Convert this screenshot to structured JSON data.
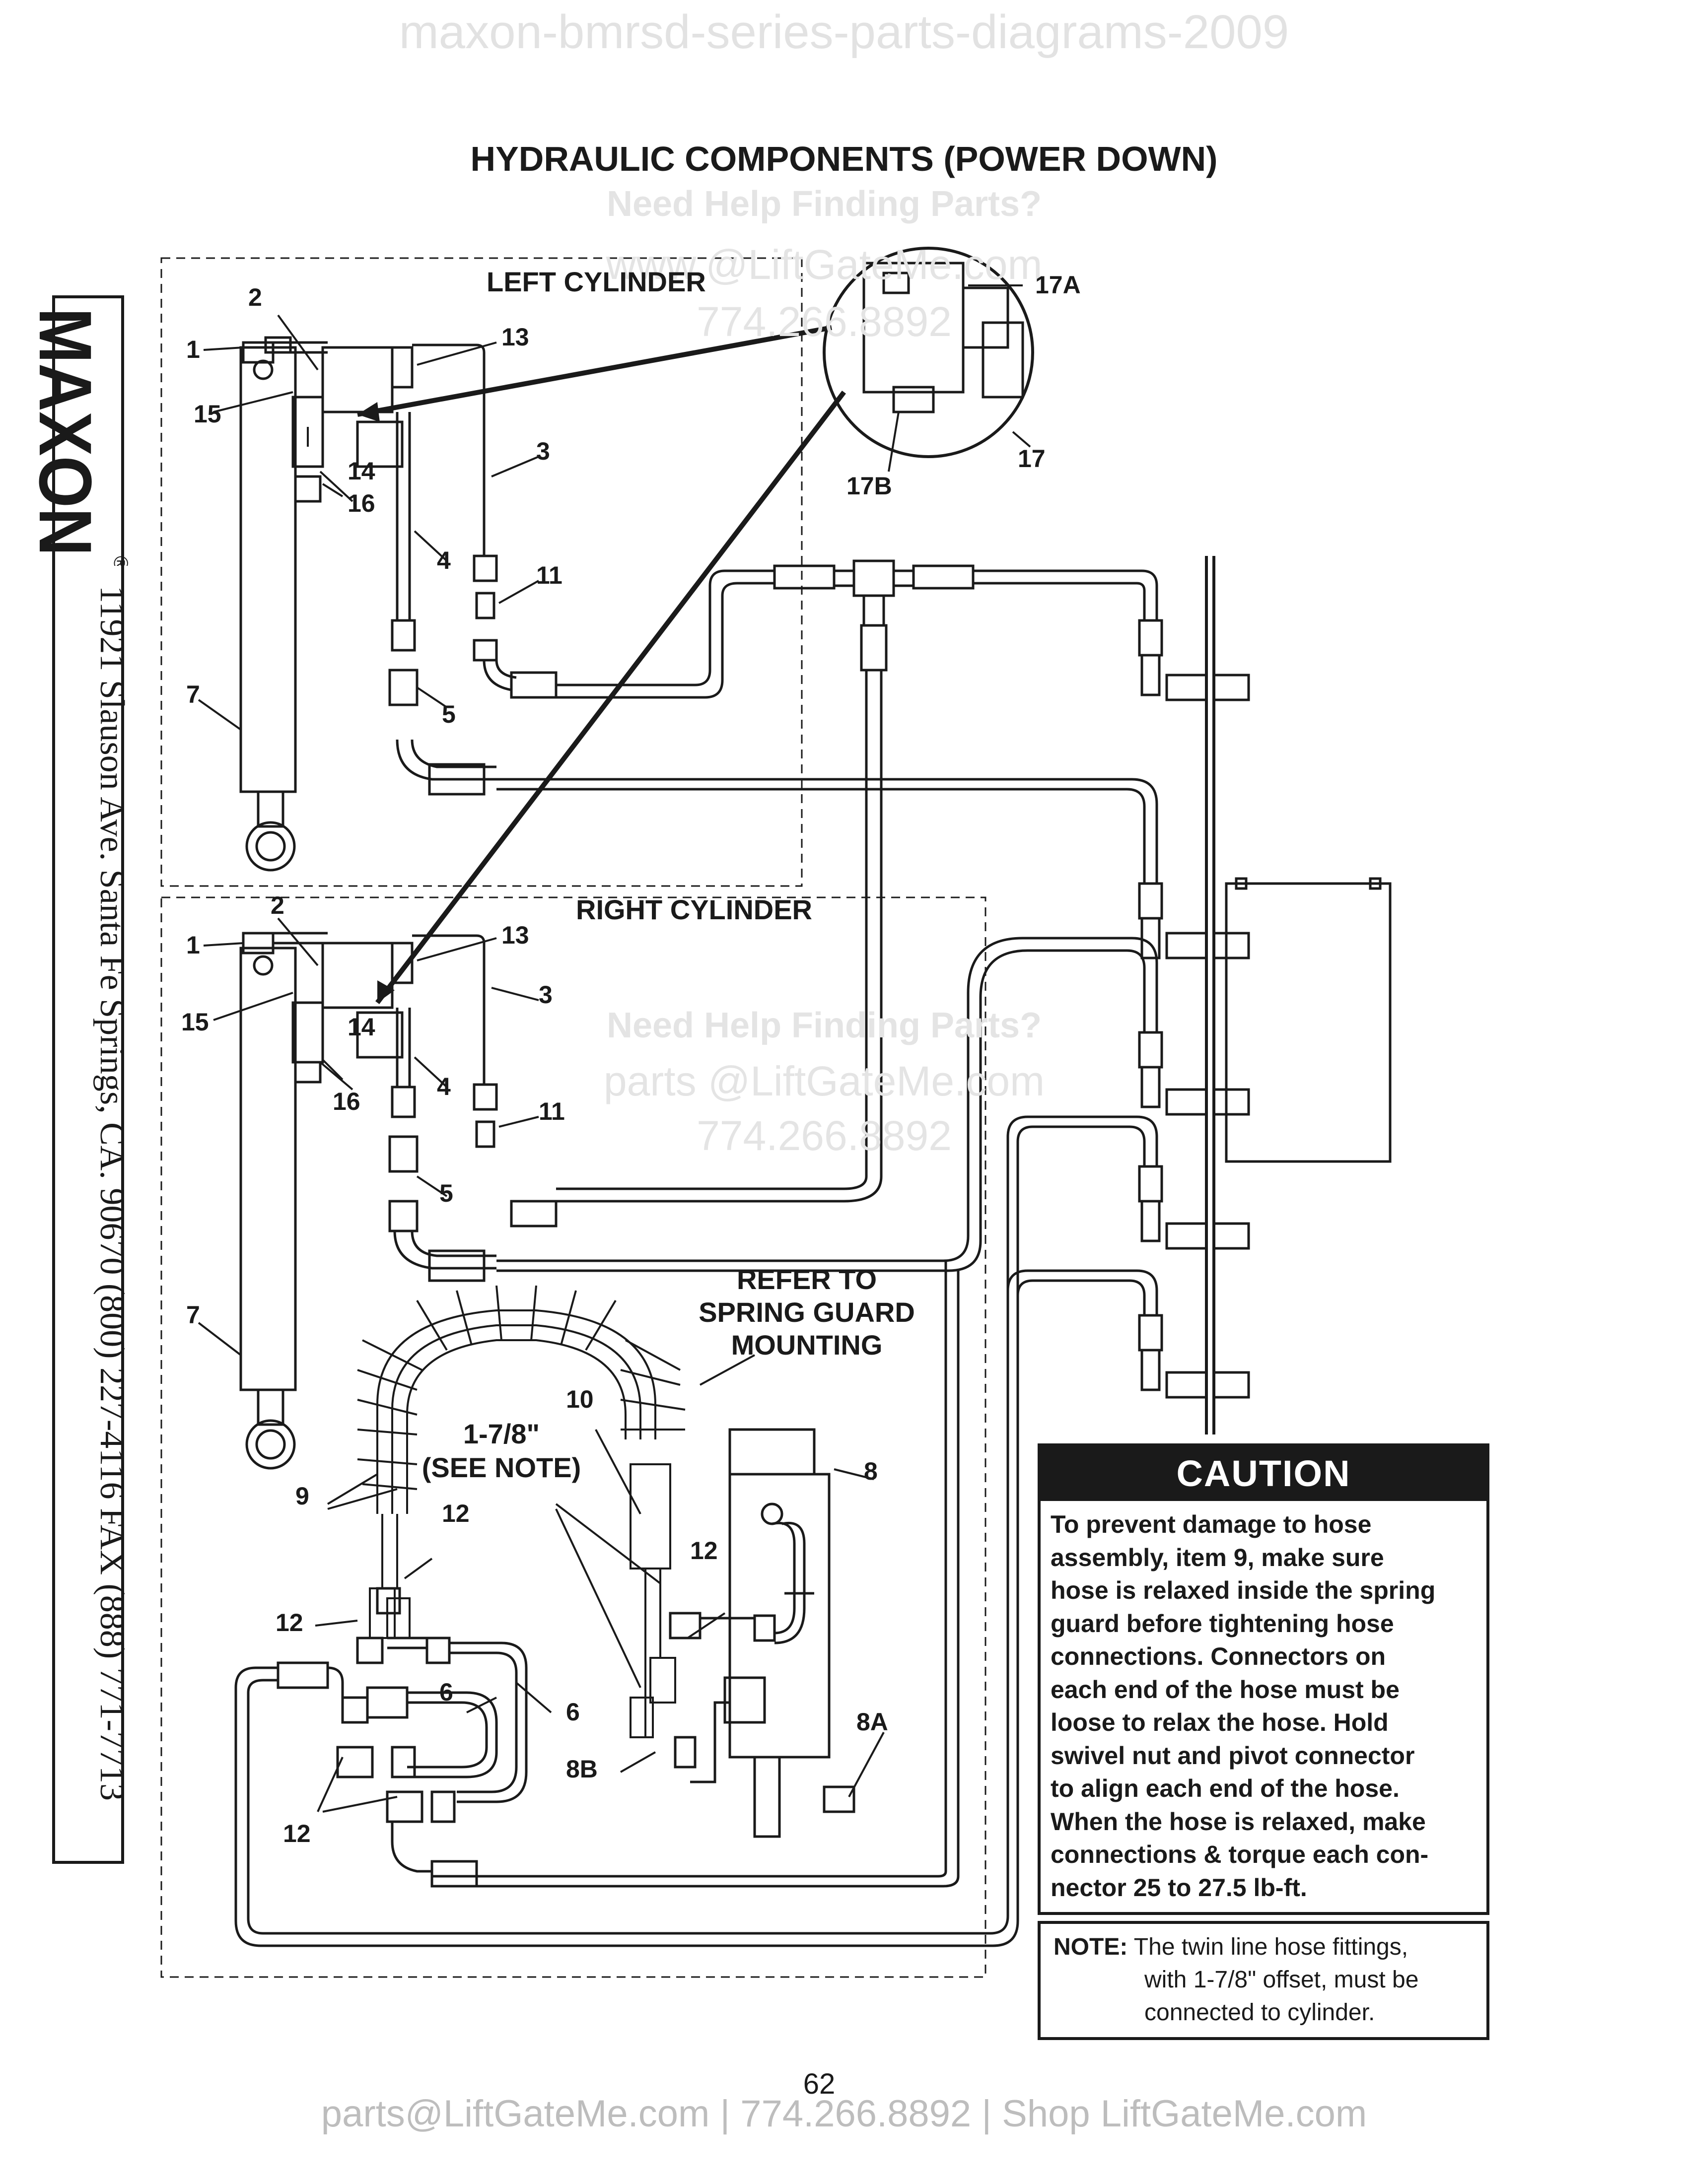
{
  "watermark_top": "maxon-bmrsd-series-parts-diagrams-2009",
  "title": "HYDRAULIC COMPONENTS (POWER DOWN)",
  "watermark_mid": {
    "help": "Need Help Finding Parts?",
    "email_fragment": "www.@LiftGateMe.com",
    "phone": "774.266.8892",
    "email": "parts @LiftGateMe.com"
  },
  "logo_text": "MAXON",
  "logo_registered": "®",
  "sidebar_address": "11921 Slauson Ave.  Santa Fe Springs, CA.  90670  (800) 227-4116  FAX (888) 771-7713",
  "sections": {
    "left": "LEFT CYLINDER",
    "right": "RIGHT CYLINDER",
    "spring_note": [
      "REFER TO",
      "SPRING GUARD",
      "MOUNTING"
    ],
    "offset_note": [
      "1-7/8\"",
      "(SEE NOTE)"
    ]
  },
  "callouts": {
    "c1": "1",
    "c2": "2",
    "c3": "3",
    "c4": "4",
    "c5": "5",
    "c6": "6",
    "c7": "7",
    "c8": "8",
    "c8a": "8A",
    "c8b": "8B",
    "c9": "9",
    "c10": "10",
    "c11": "11",
    "c12": "12",
    "c13": "13",
    "c14": "14",
    "c15": "15",
    "c16": "16",
    "c17": "17",
    "c17a": "17A",
    "c17b": "17B"
  },
  "caution": {
    "heading": "CAUTION",
    "lines": [
      "To prevent damage to hose",
      "assembly, item 9, make sure",
      "hose is relaxed inside the spring",
      "guard before tightening hose",
      "connections. Connectors on",
      "each end of the hose must be",
      "loose to relax the hose. Hold",
      "swivel nut and pivot connector",
      "to align each end of the hose.",
      "When the hose is relaxed, make",
      "connections & torque each con-",
      "nector 25 to 27.5 lb-ft."
    ]
  },
  "note": {
    "label": "NOTE:",
    "text": "The twin line hose fittings,",
    "text2": "with 1-7/8\" offset, must be",
    "text3": "connected to cylinder."
  },
  "page_number": "62",
  "footer": "parts@LiftGateMe.com | 774.266.8892 | Shop LiftGateMe.com"
}
